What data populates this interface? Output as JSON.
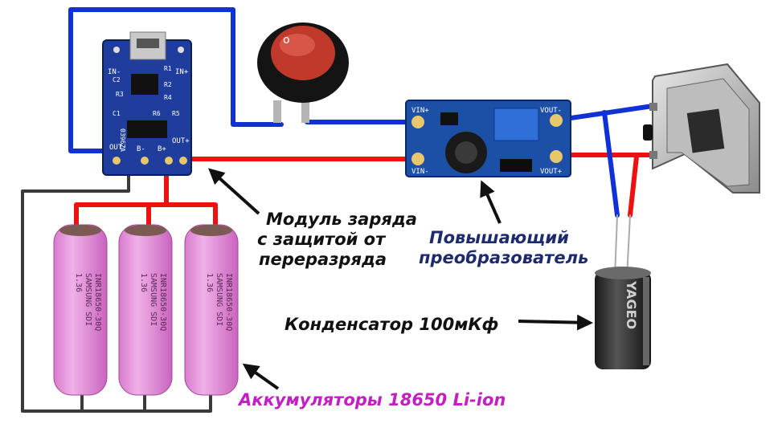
{
  "labels": {
    "charge_module": [
      "Модуль заряда",
      "с защитой от",
      "переразряда"
    ],
    "boost_converter": [
      "Повышающий",
      "преобразователь"
    ],
    "capacitor": "Конденсатор 100мКф",
    "batteries": "Аккумуляторы 18650 Li-ion"
  },
  "charge_board": {
    "silk": [
      "IN-",
      "IN+",
      "OUT-",
      "B-",
      "B+",
      "OUT+",
      "R3",
      "R5",
      "R6",
      "C1",
      "C2",
      "R1",
      "R2",
      "R4"
    ],
    "chip": "03962A"
  },
  "boost_board": {
    "silk": [
      "VIN+",
      "VIN-",
      "VOUT-",
      "VOUT+"
    ]
  },
  "battery_print": [
    "INR18650-30Q",
    "SAMSUNG SDI",
    "1.36"
  ],
  "capacitor_print": "YAGEO",
  "colors": {
    "wire_positive": "#ee1111",
    "wire_negative": "#1030d8",
    "wire_ground": "#3a3a3a",
    "pcb_charge": "#1f3d9c",
    "pcb_boost": "#1c4fa6",
    "battery": "#e592d9",
    "switch_rocker": "#c0392b",
    "label_dark": "#111111",
    "label_navy": "#1e2a6e",
    "label_magenta": "#c21fc4"
  },
  "icons": {
    "switch": "rocker-switch-icon",
    "usb": "usb-a-socket-icon",
    "capacitor": "electrolytic-capacitor-icon",
    "arrow": "pointer-arrow-icon"
  }
}
